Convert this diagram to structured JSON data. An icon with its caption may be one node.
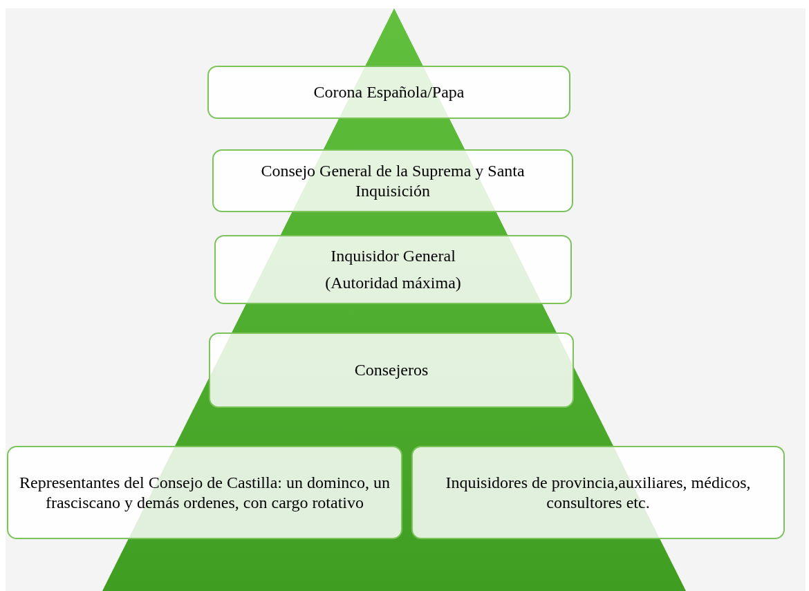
{
  "diagram": {
    "nodes": [
      {
        "text": [
          "Corona Española/Papa"
        ]
      },
      {
        "text": [
          "Consejo General de la Suprema y Santa Inquisición"
        ]
      },
      {
        "text": [
          "Inquisidor General",
          "(Autoridad máxima)"
        ]
      },
      {
        "text": [
          "Consejeros"
        ]
      },
      {
        "text": [
          "Representantes del Consejo de Castilla: un dominco, un frasciscano y demás ordenes, con cargo rotativo"
        ]
      },
      {
        "text": [
          "Inquisidores de provincia,auxiliares, médicos, consultores etc."
        ]
      }
    ]
  }
}
